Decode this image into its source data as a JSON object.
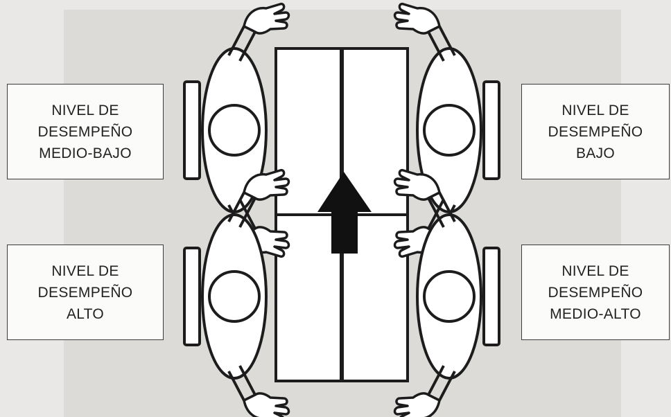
{
  "labels": {
    "top_left": {
      "line1": "NIVEL DE",
      "line2": "DESEMPEÑO",
      "line3": "MEDIO-BAJO"
    },
    "top_right": {
      "line1": "NIVEL DE",
      "line2": "DESEMPEÑO",
      "line3": "BAJO"
    },
    "bottom_left": {
      "line1": "NIVEL DE",
      "line2": "DESEMPEÑO",
      "line3": "ALTO"
    },
    "bottom_right": {
      "line1": "NIVEL DE",
      "line2": "DESEMPEÑO",
      "line3": "MEDIO-ALTO"
    }
  },
  "colors": {
    "background": "#e9e8e6",
    "panel": "#dcdbd8",
    "line": "#1c1c1c",
    "figure_fill": "#ffffff",
    "arrow": "#111111"
  }
}
